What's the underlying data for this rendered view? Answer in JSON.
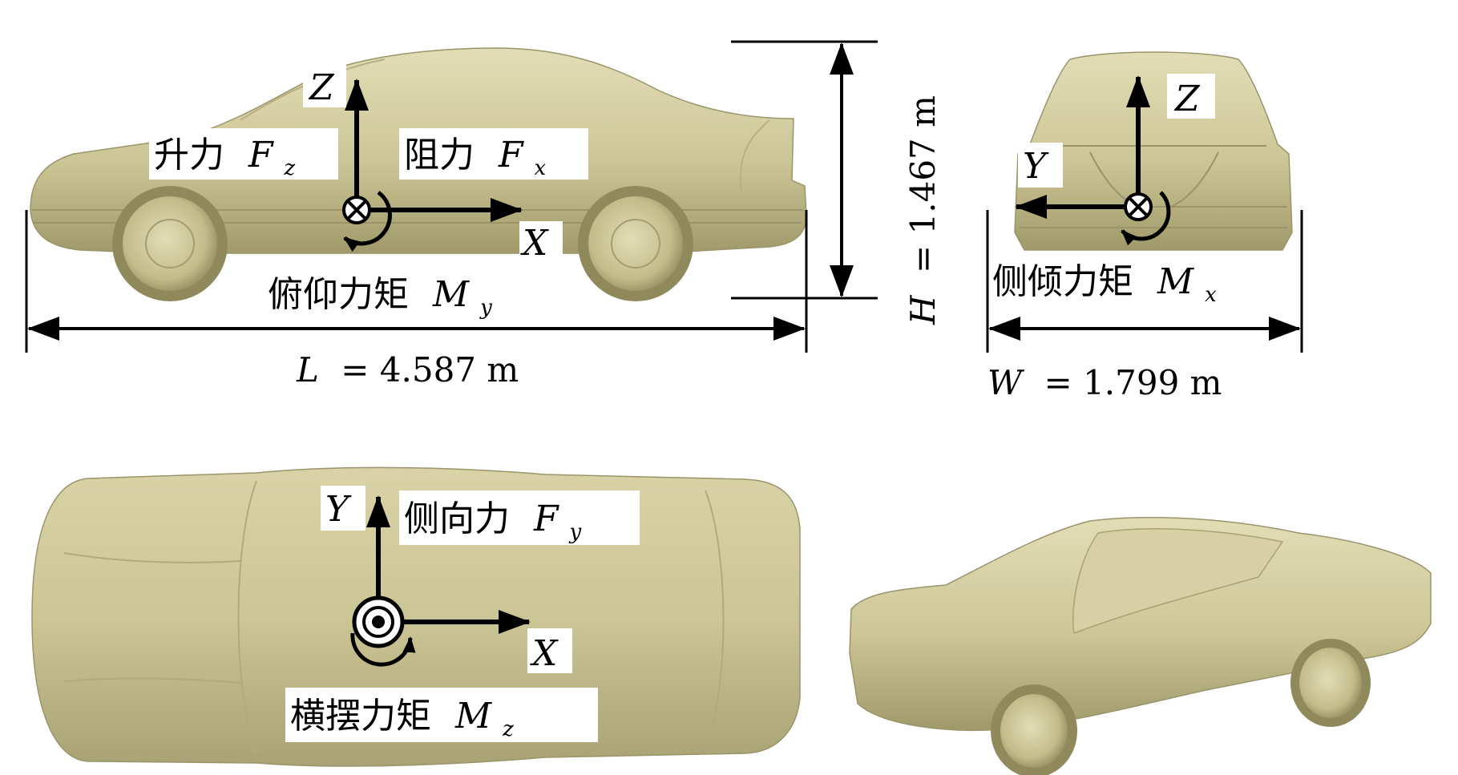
{
  "colors": {
    "car_body": "#ccc696",
    "car_shadow": "#a09a6b",
    "car_highlight": "#e2ddb6",
    "line": "#000000",
    "label_bg": "#ffffff"
  },
  "side_view": {
    "lift_label": "升力",
    "lift_symbol": "F",
    "lift_sub": "z",
    "drag_label": "阻力",
    "drag_symbol": "F",
    "drag_sub": "x",
    "pitch_label": "俯仰力矩",
    "pitch_symbol": "M",
    "pitch_sub": "y",
    "axis_z": "Z",
    "axis_x": "X",
    "length_var": "L",
    "length_eq": "= 4.587 m",
    "height_var": "H",
    "height_eq": "= 1.467 m"
  },
  "front_view": {
    "axis_z": "Z",
    "axis_y": "Y",
    "roll_label": "侧倾力矩",
    "roll_symbol": "M",
    "roll_sub": "x",
    "width_var": "W",
    "width_eq": "= 1.799 m"
  },
  "top_view": {
    "axis_y": "Y",
    "axis_x": "X",
    "side_force_label": "侧向力",
    "side_force_symbol": "F",
    "side_force_sub": "y",
    "yaw_label": "横摆力矩",
    "yaw_symbol": "M",
    "yaw_sub": "z"
  }
}
